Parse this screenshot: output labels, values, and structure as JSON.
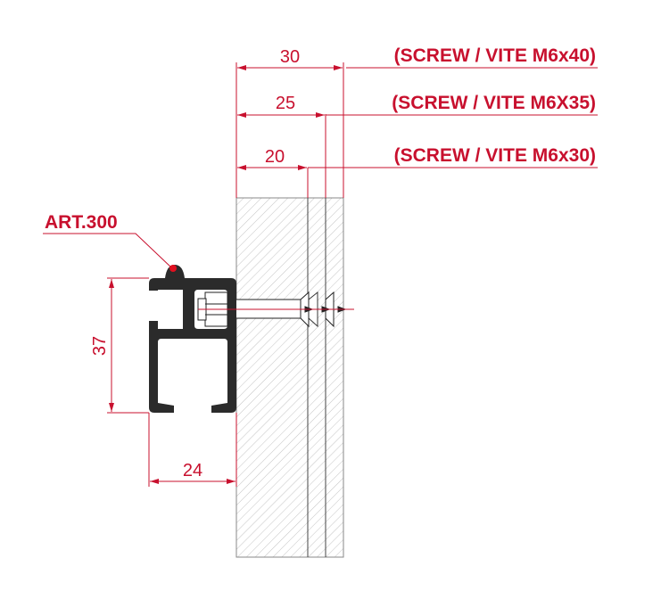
{
  "dimensions": {
    "depth_30": "30",
    "depth_25": "25",
    "depth_20": "20",
    "height": "37",
    "width": "24"
  },
  "screw_labels": [
    "(SCREW / VITE M6x40)",
    "(SCREW / VITE M6X35)",
    "(SCREW / VITE M6x30)"
  ],
  "part_label": "ART.300",
  "colors": {
    "accent": "#c8102e",
    "profile": "#2b2b2b",
    "hatch": "#bdbdbd"
  }
}
